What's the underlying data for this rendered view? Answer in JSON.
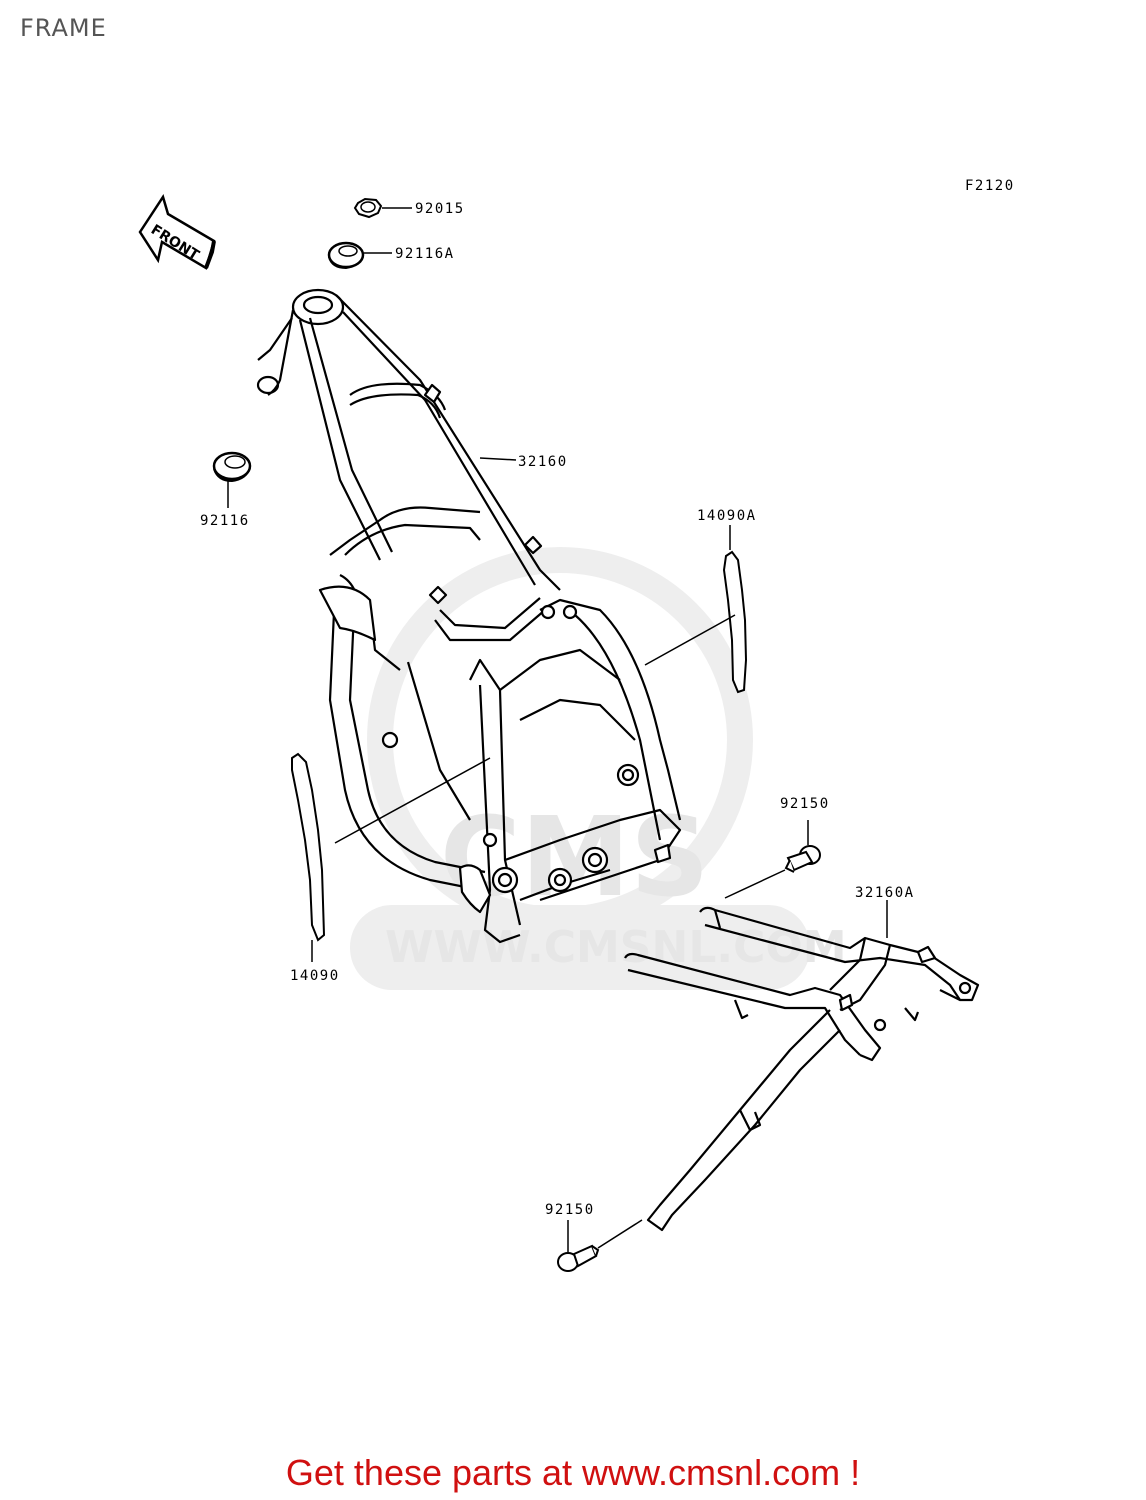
{
  "page": {
    "title": "FRAME",
    "figure_code": "F2120",
    "footer_text": "Get these parts at www.cmsnl.com !"
  },
  "front_arrow": {
    "label": "FRONT"
  },
  "watermark": {
    "logo_text": "CMS",
    "url": "WWW.CMSNL.COM"
  },
  "callouts": {
    "nut_92015": "92015",
    "seal_92116a": "92116A",
    "seal_92116": "92116",
    "frame_32160": "32160",
    "guard_14090a": "14090A",
    "guard_14090": "14090",
    "bolt_92150_upper": "92150",
    "subframe_32160a": "32160A",
    "bolt_92150_lower": "92150"
  },
  "colors": {
    "footer": "#d01010",
    "title": "#555555",
    "lines": "#000000",
    "watermark": "#e6e6e6"
  }
}
